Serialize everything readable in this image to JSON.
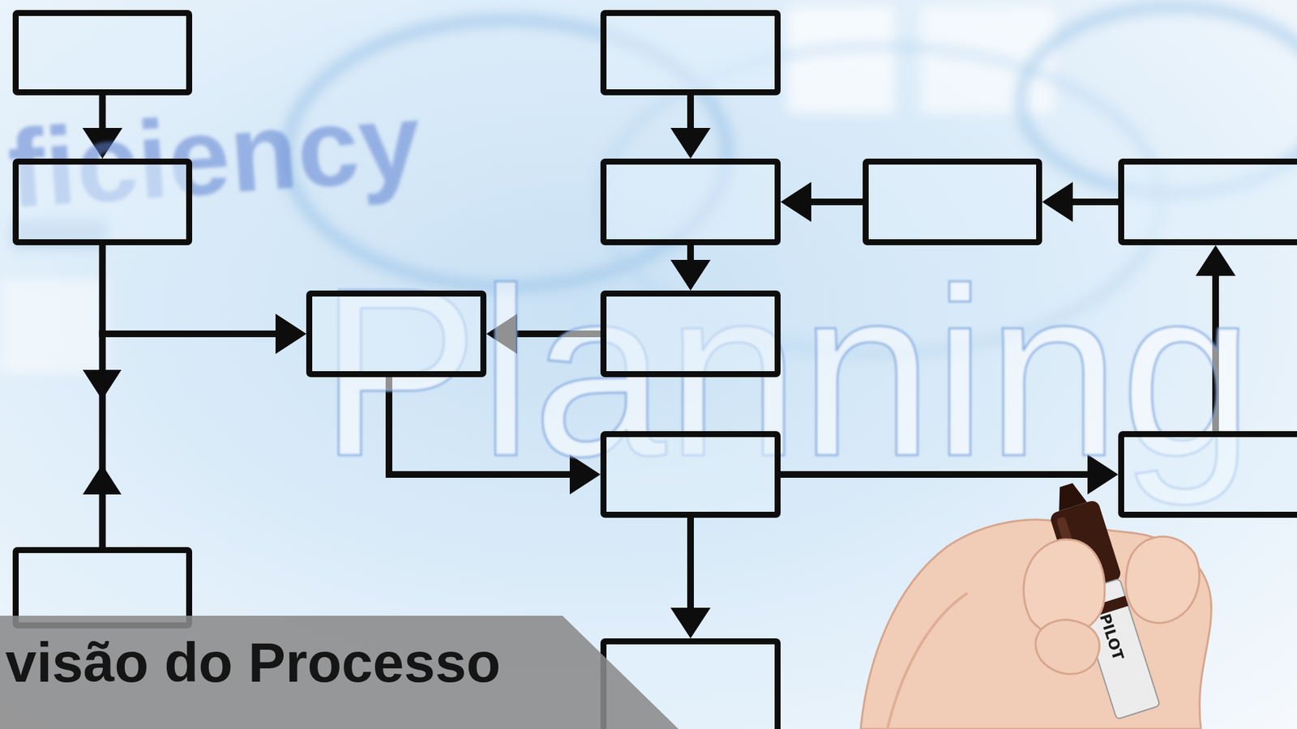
{
  "diagram": {
    "caption": "visão do Processo",
    "nodes": [
      {
        "text": []
      },
      {
        "text": []
      },
      {
        "text": []
      },
      {
        "text": []
      },
      {
        "text": []
      },
      {
        "text": []
      },
      {
        "text": []
      },
      {
        "text": []
      },
      {
        "text": []
      },
      {
        "text": []
      },
      {
        "text": []
      },
      {
        "text": []
      }
    ],
    "edges": [
      {
        "from": 0,
        "to": 1,
        "arrow": "to"
      },
      {
        "from": 1,
        "to": 3,
        "arrow": "to"
      },
      {
        "from": 2,
        "to": 3,
        "arrow": "to"
      },
      {
        "from": 4,
        "to": 5,
        "arrow": "to"
      },
      {
        "from": 6,
        "to": 5,
        "arrow": "to"
      },
      {
        "from": 7,
        "to": 6,
        "arrow": "to"
      },
      {
        "from": 5,
        "to": 8,
        "arrow": "to"
      },
      {
        "from": 8,
        "to": 3,
        "arrow": "to"
      },
      {
        "from": 3,
        "to": 9,
        "arrow": "to"
      },
      {
        "from": 9,
        "to": 10,
        "arrow": "to"
      },
      {
        "from": 10,
        "to": 7,
        "arrow": "to"
      },
      {
        "from": 9,
        "to": 11,
        "arrow": "to"
      }
    ],
    "labels": [
      "ficiency",
      "Planning",
      "PILOT"
    ]
  }
}
